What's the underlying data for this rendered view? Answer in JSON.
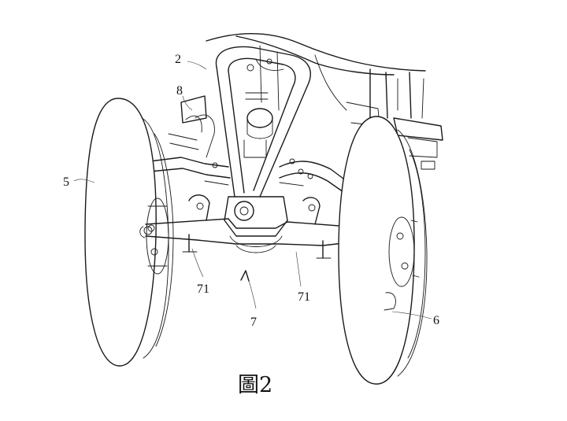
{
  "labels": {
    "ref_2": "2",
    "ref_8": "8",
    "ref_5": "5",
    "ref_71_left": "71",
    "ref_71_right": "71",
    "ref_7": "7",
    "ref_6": "6"
  },
  "caption": "圖2"
}
